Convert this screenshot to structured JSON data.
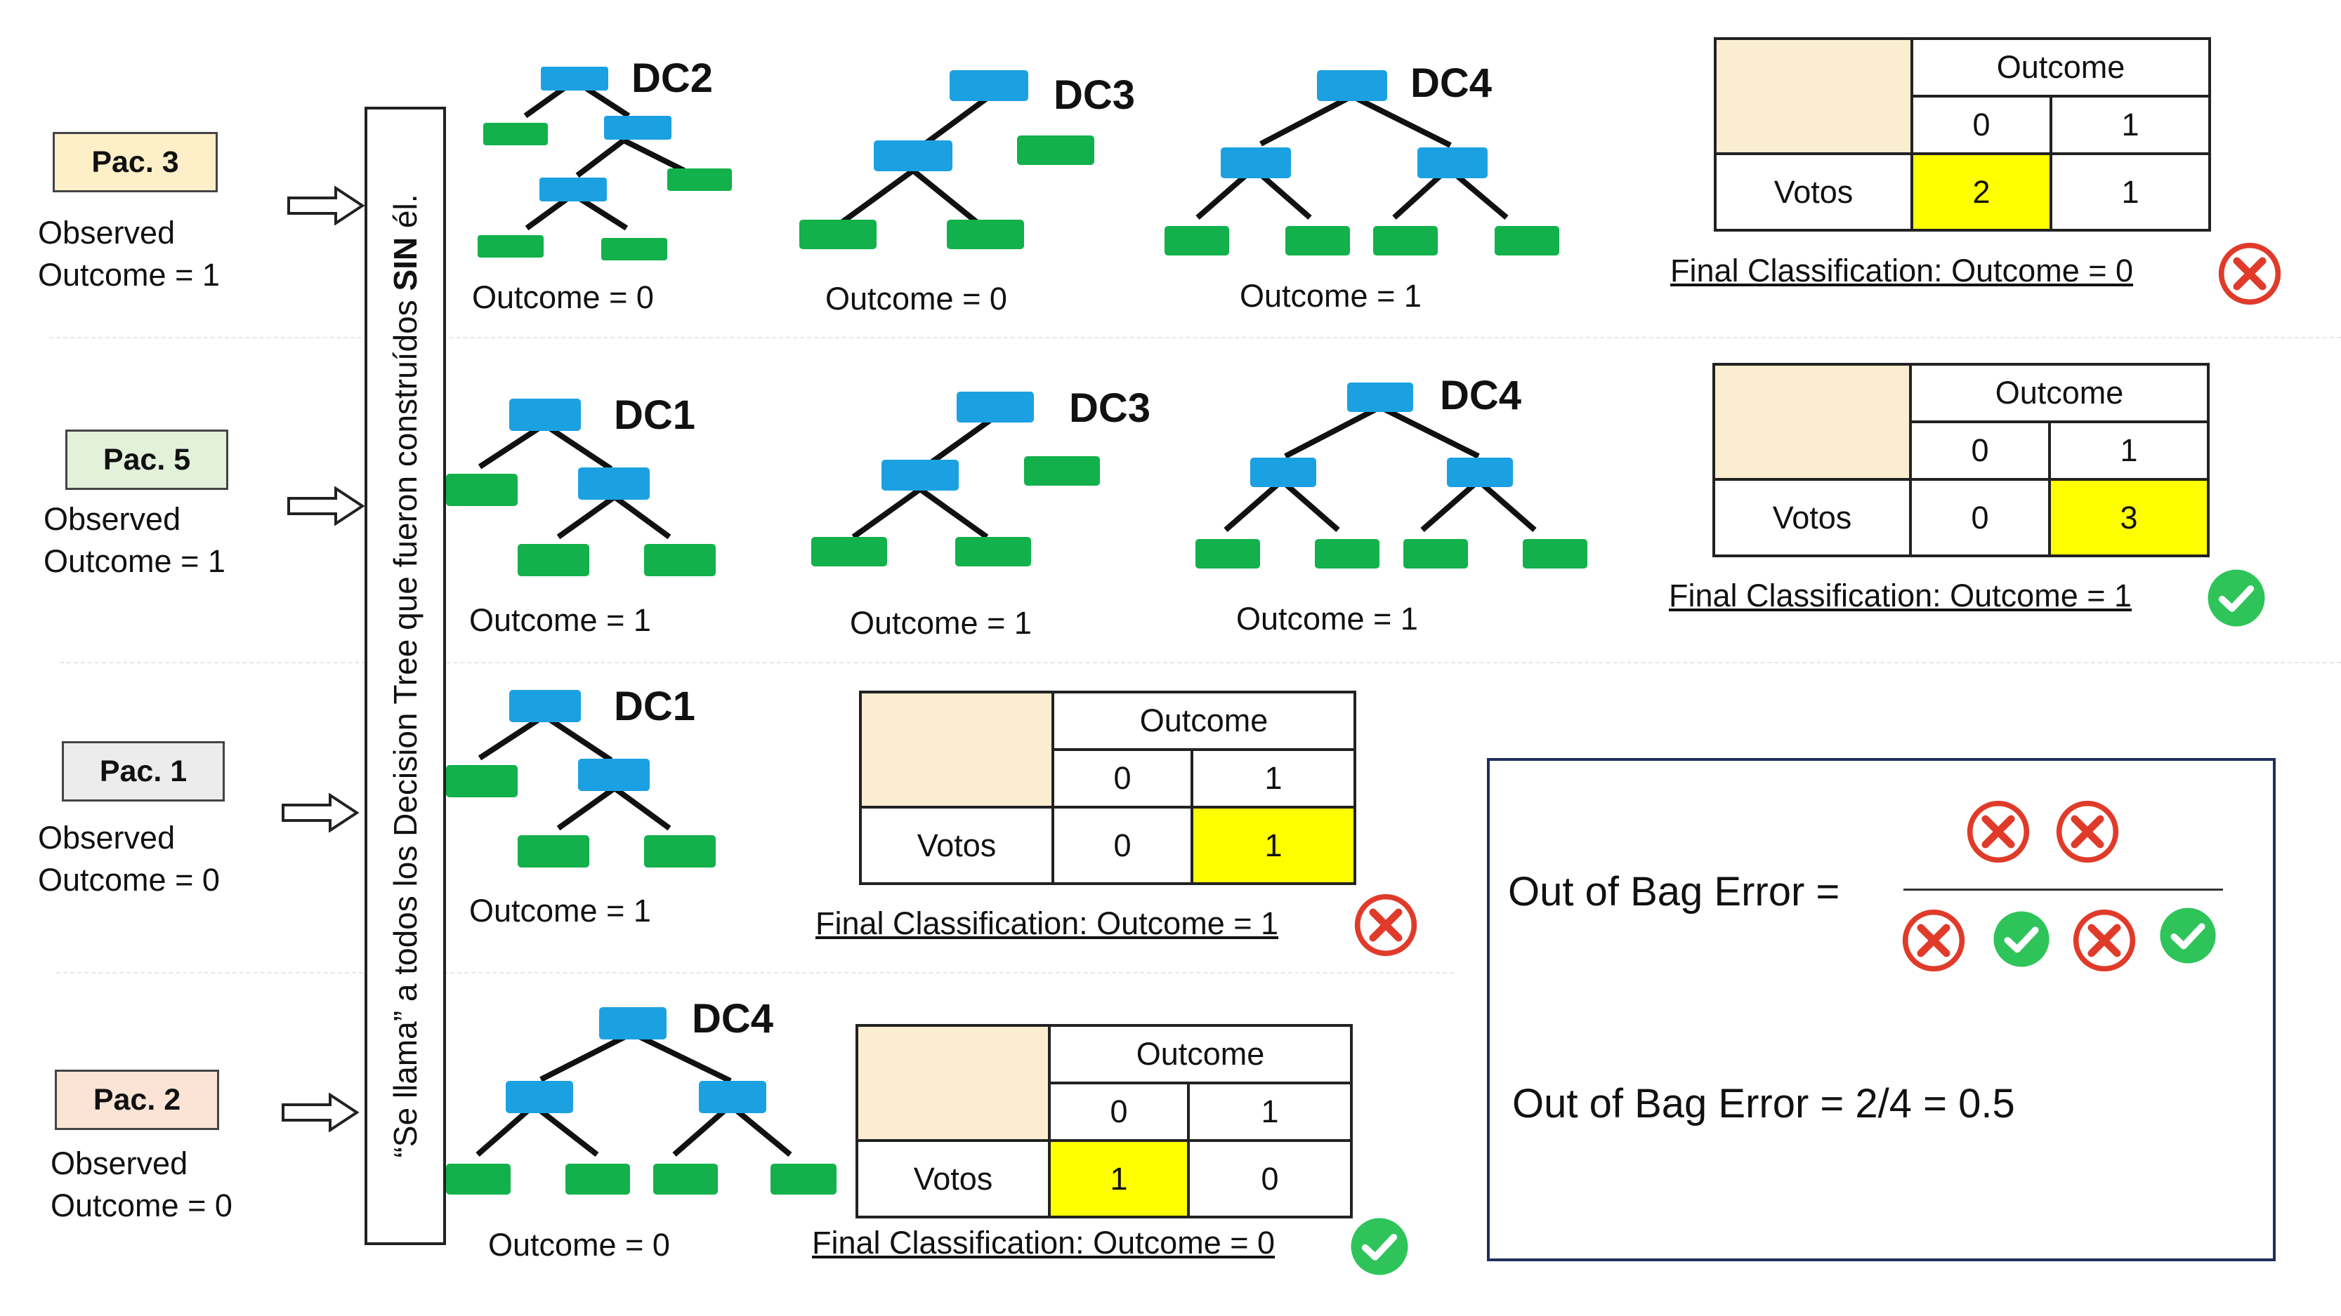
{
  "rotated_note_prefix": "“Se llama” a todos los Decision Tree que fueron construídos ",
  "rotated_note_bold": "SIN",
  "rotated_note_suffix": " él.",
  "colors": {
    "node_blue": "#1ba1e2",
    "leaf_green": "#12b14b",
    "highlight": "#ffff00",
    "table_corner": "#fbeed0",
    "cross": "#e03b2a",
    "check": "#2ec45a",
    "box_border": "#1f2f5f"
  },
  "patients": [
    {
      "label": "Pac. 3",
      "label_bg": "#fdf0c9",
      "observed": "Observed\nOutcome = 1",
      "trees": [
        {
          "name": "DC2",
          "outcome": "Outcome = 0"
        },
        {
          "name": "DC3",
          "outcome": "Outcome = 0"
        },
        {
          "name": "DC4",
          "outcome": "Outcome = 1"
        }
      ],
      "table": {
        "header": "Outcome",
        "col0": "0",
        "col1": "1",
        "row_label": "Votos",
        "v0": "2",
        "v1": "1",
        "highlight": "0"
      },
      "final": "Final Classification: Outcome = 0",
      "result": "cross-icon"
    },
    {
      "label": "Pac. 5",
      "label_bg": "#e3f0da",
      "observed": "Observed\nOutcome = 1",
      "trees": [
        {
          "name": "DC1",
          "outcome": "Outcome = 1"
        },
        {
          "name": "DC3",
          "outcome": "Outcome = 1"
        },
        {
          "name": "DC4",
          "outcome": "Outcome = 1"
        }
      ],
      "table": {
        "header": "Outcome",
        "col0": "0",
        "col1": "1",
        "row_label": "Votos",
        "v0": "0",
        "v1": "3",
        "highlight": "1"
      },
      "final": "Final Classification: Outcome = 1",
      "result": "check-icon"
    },
    {
      "label": "Pac. 1",
      "label_bg": "#ececec",
      "observed": "Observed\nOutcome = 0",
      "trees": [
        {
          "name": "DC1",
          "outcome": "Outcome = 1"
        }
      ],
      "table": {
        "header": "Outcome",
        "col0": "0",
        "col1": "1",
        "row_label": "Votos",
        "v0": "0",
        "v1": "1",
        "highlight": "1"
      },
      "final": "Final Classification: Outcome = 1",
      "result": "cross-icon"
    },
    {
      "label": "Pac. 2",
      "label_bg": "#fbe3d6",
      "observed": "Observed\nOutcome = 0",
      "trees": [
        {
          "name": "DC4",
          "outcome": "Outcome = 0"
        }
      ],
      "table": {
        "header": "Outcome",
        "col0": "0",
        "col1": "1",
        "row_label": "Votos",
        "v0": "1",
        "v1": "0",
        "highlight": "0"
      },
      "final": "Final Classification: Outcome = 0",
      "result": "check-icon"
    }
  ],
  "oob": {
    "label": "Out of Bag Error =",
    "numerator": [
      "cross-icon",
      "cross-icon"
    ],
    "denominator": [
      "cross-icon",
      "check-icon",
      "cross-icon",
      "check-icon"
    ],
    "result": "Out of Bag Error = 2/4 = 0.5"
  }
}
